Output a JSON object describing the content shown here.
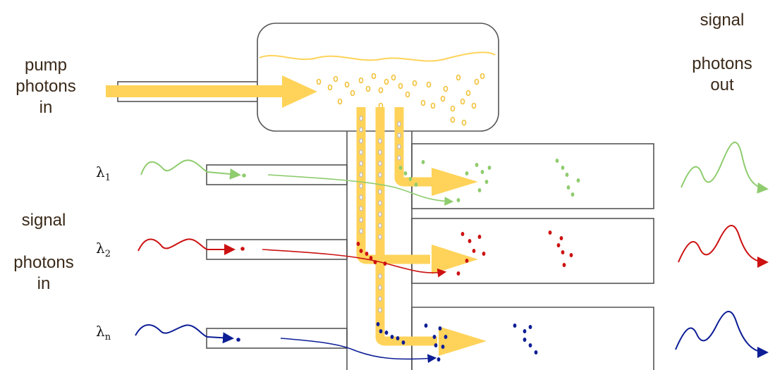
{
  "labels": {
    "pump_line1": "pump",
    "pump_line2": "photons",
    "pump_line3": "in",
    "sig_in_line1": "signal",
    "sig_in_line2": "photons",
    "sig_in_line3": "in",
    "sig_out_line1": "signal",
    "sig_out_line2": "photons",
    "sig_out_line3": "out"
  },
  "channels": [
    {
      "symbol": "λ",
      "sub": "1",
      "color": "#8fcc6e"
    },
    {
      "symbol": "λ",
      "sub": "2",
      "color": "#cc1111"
    },
    {
      "symbol": "λ",
      "sub": "n",
      "color": "#0d1e96"
    }
  ],
  "colors": {
    "pump": "#ffd35a",
    "outline": "#555555"
  }
}
